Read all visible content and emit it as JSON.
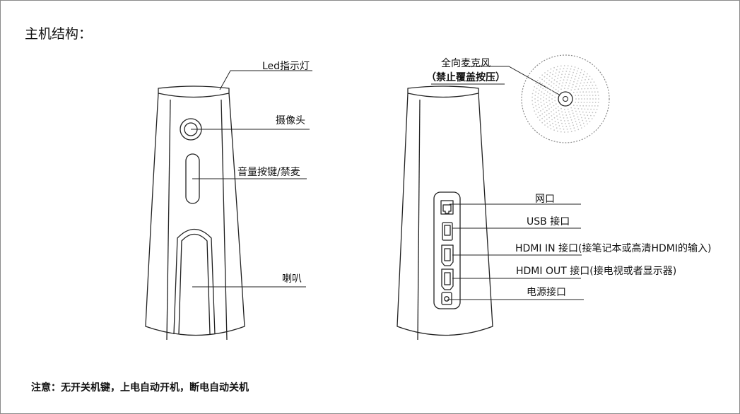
{
  "title": "主机结构：",
  "front_labels": {
    "led": "Led指示灯",
    "camera": "摄像头",
    "volume": "音量按键/禁麦",
    "speaker": "喇叭"
  },
  "back_labels": {
    "mic_line1": "全向麦克风",
    "mic_line2": "（禁止覆盖按压）",
    "network": "网口",
    "usb": "USB 接口",
    "hdmi_in": "HDMI IN 接口(接笔记本或高清HDMI的输入)",
    "hdmi_out": "HDMI OUT 接口(接电视或者显示器)",
    "power": "电源接口"
  },
  "note": "注意：无开关机键，上电自动开机，断电自动关机"
}
